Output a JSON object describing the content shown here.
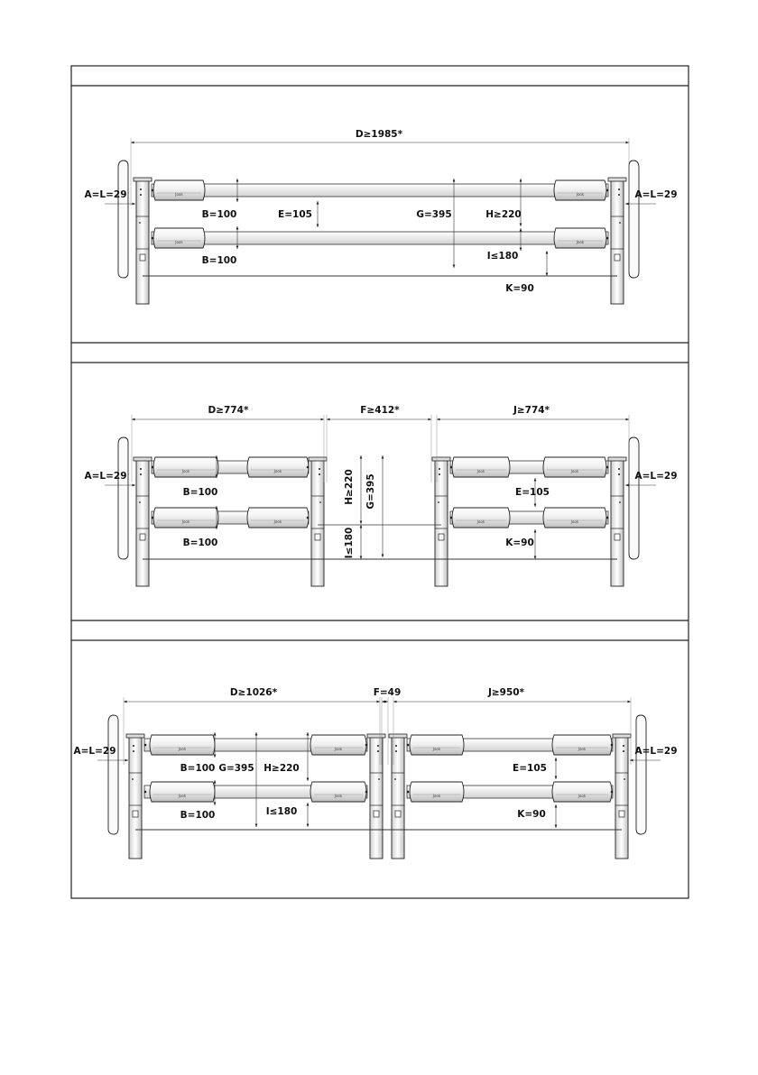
{
  "panels": [
    {
      "id": "single",
      "labels": {
        "d": "D≥1985*",
        "a_left": "A=L=29",
        "a_right": "A=L=29",
        "b_top": "B=100",
        "b_bottom": "B=100",
        "e": "E=105",
        "g": "G=395",
        "h": "H≥220",
        "i": "I≤180",
        "k": "K=90"
      }
    },
    {
      "id": "gap",
      "labels": {
        "d": "D≥774*",
        "f": "F≥412*",
        "j": "J≥774*",
        "a_left": "A=L=29",
        "a_right": "A=L=29",
        "b_top": "B=100",
        "b_bottom": "B=100",
        "h": "H≥220",
        "g": "G=395",
        "i": "I≤180",
        "e": "E=105",
        "k": "K=90"
      }
    },
    {
      "id": "double",
      "labels": {
        "d": "D≥1026*",
        "f": "F=49",
        "j": "J≥950*",
        "a_left": "A=L=29",
        "a_right": "A=L=29",
        "b_top": "B=100",
        "b_bottom": "B=100",
        "g": "G=395",
        "h": "H≥220",
        "i": "I≤180",
        "e": "E=105",
        "k": "K=90"
      }
    }
  ],
  "logo_text": "Jook"
}
